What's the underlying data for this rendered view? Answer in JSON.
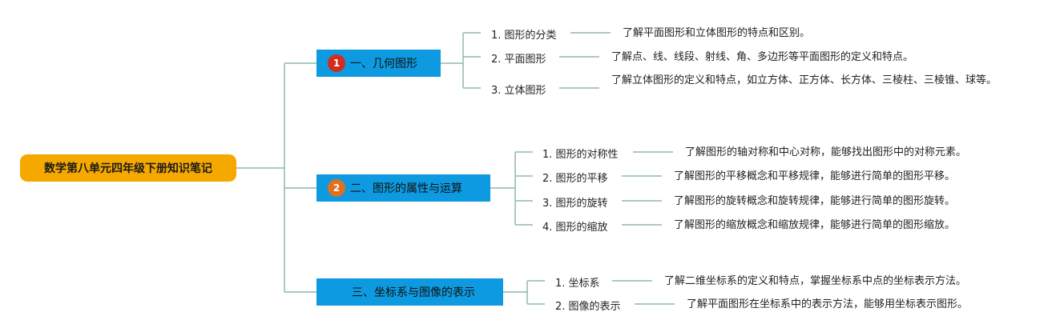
{
  "root": {
    "label": "数学第八单元四年级下册知识笔记"
  },
  "branches": [
    {
      "label": "一、几何图形",
      "badge": "1",
      "badge_color": "#d42b1e",
      "items": [
        {
          "title": "1. 图形的分类",
          "desc": "了解平面图形和立体图形的特点和区别。"
        },
        {
          "title": "2. 平面图形",
          "desc": "了解点、线、线段、射线、角、多边形等平面图形的定义和特点。"
        },
        {
          "title": "3. 立体图形",
          "desc": "了解立体图形的定义和特点，如立方体、正方体、长方体、三棱柱、三棱锥、球等。"
        }
      ]
    },
    {
      "label": "二、图形的属性与运算",
      "badge": "2",
      "badge_color": "#e07020",
      "items": [
        {
          "title": "1. 图形的对称性",
          "desc": "了解图形的轴对称和中心对称，能够找出图形中的对称元素。"
        },
        {
          "title": "2. 图形的平移",
          "desc": "了解图形的平移概念和平移规律，能够进行简单的图形平移。"
        },
        {
          "title": "3. 图形的旋转",
          "desc": "了解图形的旋转概念和旋转规律，能够进行简单的图形旋转。"
        },
        {
          "title": "4. 图形的缩放",
          "desc": "了解图形的缩放概念和缩放规律，能够进行简单的图形缩放。"
        }
      ]
    },
    {
      "label": "三、坐标系与图像的表示",
      "badge": "",
      "badge_color": "",
      "items": [
        {
          "title": "1. 坐标系",
          "desc": "了解二维坐标系的定义和特点，掌握坐标系中点的坐标表示方法。"
        },
        {
          "title": "2. 图像的表示",
          "desc": "了解平面图形在坐标系中的表示方法，能够用坐标表示图形。"
        }
      ]
    }
  ],
  "colors": {
    "root": "#f5a800",
    "branch": "#0d9ae0",
    "connector": "#8fb8b0"
  }
}
